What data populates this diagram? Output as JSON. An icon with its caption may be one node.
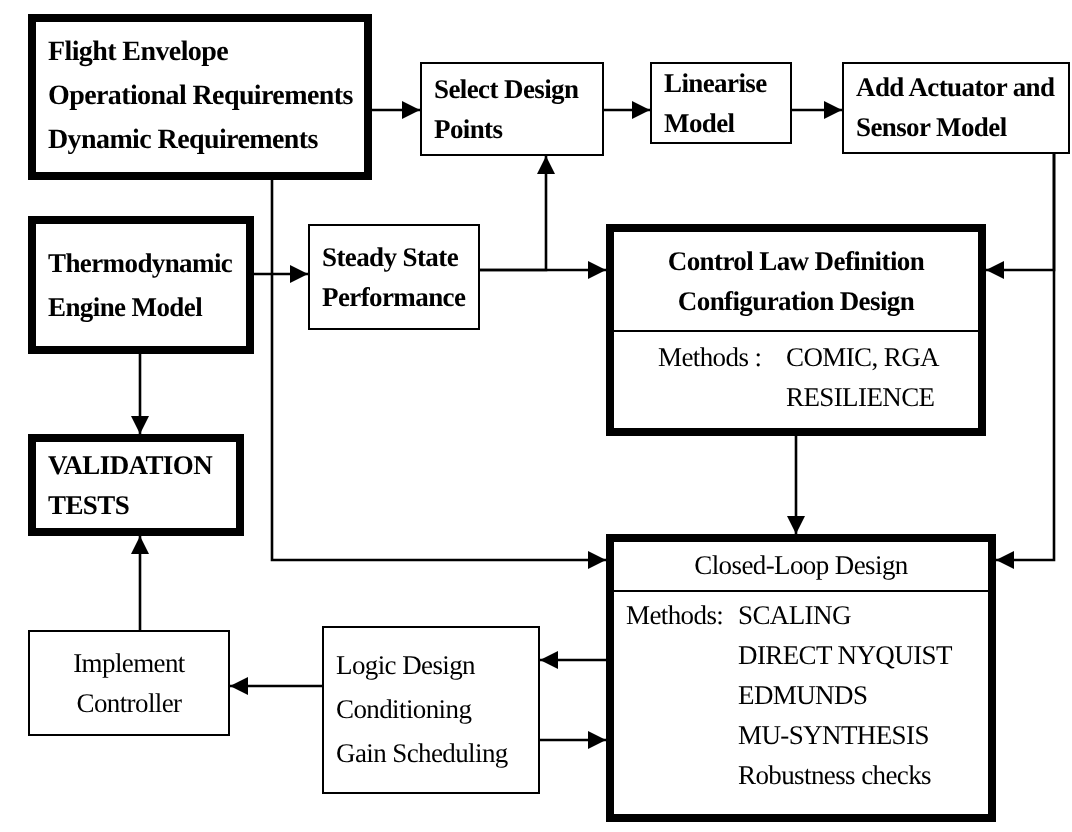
{
  "diagram": {
    "nodes": [
      {
        "text": [
          "Flight Envelope",
          "Operational Requirements",
          "Dynamic Requirements"
        ]
      },
      {
        "text": [
          "Select Design Points"
        ]
      },
      {
        "text": [
          "Linearise Model"
        ]
      },
      {
        "text": [
          "Add Actuator and Sensor Model"
        ]
      },
      {
        "text": [
          "Thermodynamic Engine Model"
        ]
      },
      {
        "text": [
          "Steady State Performance"
        ]
      },
      {
        "text": [
          "Control Law Definition Configuration Design",
          "Methods :",
          "COMIC, RGA",
          "RESILIENCE"
        ]
      },
      {
        "text": [
          "VALIDATION TESTS"
        ]
      },
      {
        "text": [
          "Closed-Loop Design",
          "Methods:",
          "SCALING",
          "DIRECT NYQUIST",
          "EDMUNDS",
          "MU-SYNTHESIS",
          "Robustness checks"
        ]
      },
      {
        "text": [
          "Implement Controller"
        ]
      },
      {
        "text": [
          "Logic Design",
          "Conditioning",
          "Gain Scheduling"
        ]
      }
    ],
    "edges": [
      {
        "from": 0,
        "to": 1,
        "arrow": "to"
      },
      {
        "from": 1,
        "to": 2,
        "arrow": "to"
      },
      {
        "from": 2,
        "to": 3,
        "arrow": "to"
      },
      {
        "from": 4,
        "to": 5,
        "arrow": "to"
      },
      {
        "from": 5,
        "to": 1,
        "arrow": "to"
      },
      {
        "from": 5,
        "to": 6,
        "arrow": "to"
      },
      {
        "from": 0,
        "to": 8,
        "arrow": "to"
      },
      {
        "from": 3,
        "to": 6,
        "arrow": "to"
      },
      {
        "from": 3,
        "to": 8,
        "arrow": "to"
      },
      {
        "from": 6,
        "to": 8,
        "arrow": "to"
      },
      {
        "from": 4,
        "to": 7,
        "arrow": "to"
      },
      {
        "from": 9,
        "to": 7,
        "arrow": "to"
      },
      {
        "from": 10,
        "to": 9,
        "arrow": "to"
      },
      {
        "from": 8,
        "to": 10,
        "arrow": "to"
      },
      {
        "from": 10,
        "to": 8,
        "arrow": "to"
      }
    ]
  }
}
